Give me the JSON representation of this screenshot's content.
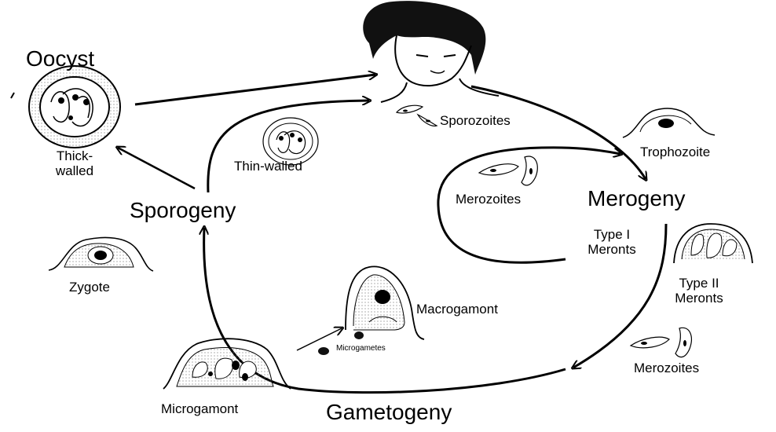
{
  "labels": {
    "oocyst": "Oocyst",
    "thick_walled_1": "Thick-",
    "thick_walled_2": "walled",
    "thin_walled": "Thin-walled",
    "sporozoites": "Sporozoites",
    "trophozoite": "Trophozoite",
    "merozoites_top": "Merozoites",
    "merogeny": "Merogeny",
    "type1_1": "Type I",
    "type1_2": "Meronts",
    "type2_1": "Type II",
    "type2_2": "Meronts",
    "merozoites_bottom": "Merozoites",
    "gametogeny": "Gametogeny",
    "microgamont": "Microgamont",
    "microgametes": "Microgametes",
    "macrogamont": "Macrogamont",
    "zygote": "Zygote",
    "sporogeny": "Sporogeny"
  },
  "icons": [
    "human-host-icon",
    "thick-walled-oocyst-icon",
    "thin-walled-oocyst-icon",
    "sporozoite-icon",
    "trophozoite-icon",
    "merozoite-icon",
    "type-ii-meront-icon",
    "macrogamont-icon",
    "microgamete-icon",
    "microgamont-icon",
    "zygote-icon"
  ]
}
